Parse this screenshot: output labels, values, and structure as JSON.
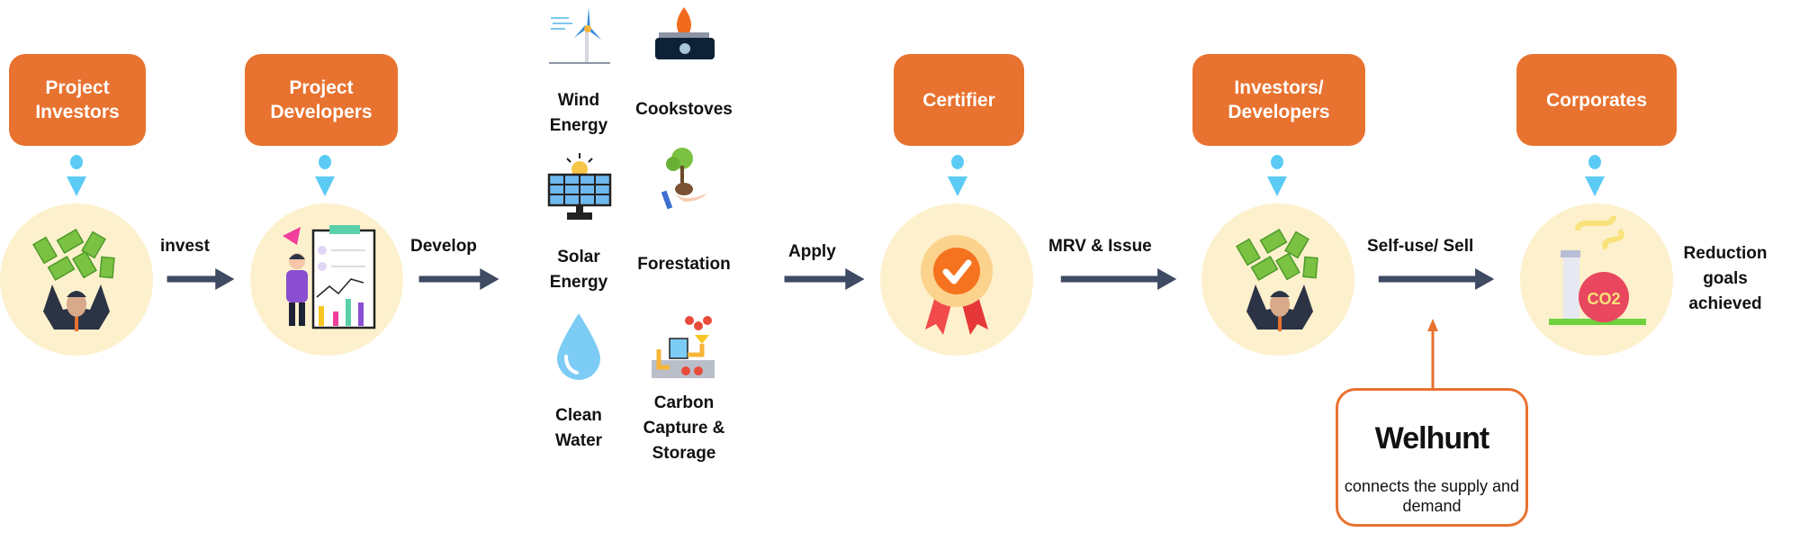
{
  "roles": [
    "Project Investors",
    "Project Developers",
    "Certifier",
    "Investors/ Developers",
    "Corporates"
  ],
  "flows": [
    "invest",
    "Develop",
    "Apply",
    "MRV & Issue",
    "Self-use/ Sell"
  ],
  "outcome": "Reduction goals achieved",
  "projects": [
    {
      "label": "Wind Energy",
      "icon": "wind-turbine-icon"
    },
    {
      "label": "Cookstoves",
      "icon": "cookstove-icon"
    },
    {
      "label": "Solar Energy",
      "icon": "solar-panel-icon"
    },
    {
      "label": "Forestation",
      "icon": "sapling-icon"
    },
    {
      "label": "Clean Water",
      "icon": "water-drop-icon"
    },
    {
      "label": "Carbon Capture & Storage",
      "icon": "carbon-capture-icon"
    }
  ],
  "welhunt": {
    "brand": "Welhunt",
    "description": "connects the supply and demand"
  },
  "co2_label": "CO2",
  "colors": {
    "orange": "#E8722F",
    "circle": "#FDF0CC",
    "arrow": "#3F4A63",
    "connector": "#5BCBF5"
  }
}
